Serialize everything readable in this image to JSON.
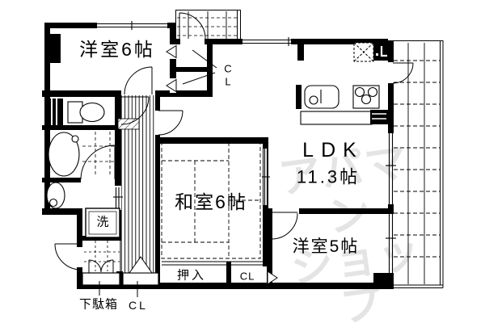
{
  "plan": {
    "rooms": {
      "western6": "洋室6帖",
      "ldk_name": "LDK",
      "ldk_size": "11.3帖",
      "japanese6": "和室6帖",
      "western5": "洋室5帖"
    },
    "storage": {
      "closet_top": "C\nL",
      "oshiire": "押入",
      "closet_mid": "CL",
      "closet_bottom": "CL",
      "getabako": "下駄箱"
    },
    "fixtures": {
      "laundry": "洗"
    },
    "watermark": {
      "text": "アパマン\nショップ",
      "color": "#e4e4e4"
    },
    "colors": {
      "line": "#000000",
      "background": "#ffffff"
    }
  }
}
